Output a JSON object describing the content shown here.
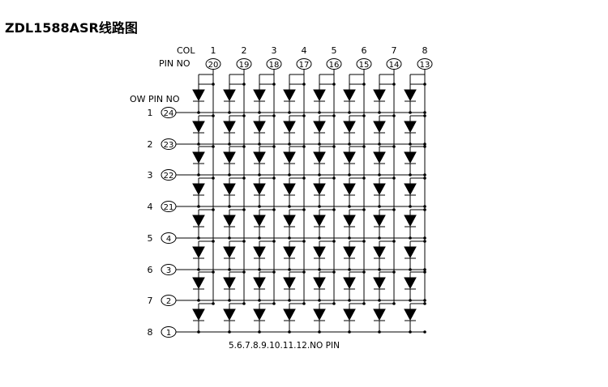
{
  "title": "ZDL1588ASR线路图",
  "labels": {
    "col": "COL",
    "pin_no": "PIN NO",
    "row_pin_no": "OW PIN NO",
    "footer": "5.6.7.8.9.10.11.12.NO PIN"
  },
  "columns": [
    {
      "col": "1",
      "pin": "20"
    },
    {
      "col": "2",
      "pin": "19"
    },
    {
      "col": "3",
      "pin": "18"
    },
    {
      "col": "4",
      "pin": "17"
    },
    {
      "col": "5",
      "pin": "16"
    },
    {
      "col": "6",
      "pin": "15"
    },
    {
      "col": "7",
      "pin": "14"
    },
    {
      "col": "8",
      "pin": "13"
    }
  ],
  "rows": [
    {
      "row": "1",
      "pin": "24"
    },
    {
      "row": "2",
      "pin": "23"
    },
    {
      "row": "3",
      "pin": "22"
    },
    {
      "row": "4",
      "pin": "21"
    },
    {
      "row": "5",
      "pin": "4"
    },
    {
      "row": "6",
      "pin": "3"
    },
    {
      "row": "7",
      "pin": "2"
    },
    {
      "row": "8",
      "pin": "1"
    }
  ],
  "colors": {
    "line": "#000000",
    "background": "#ffffff"
  }
}
